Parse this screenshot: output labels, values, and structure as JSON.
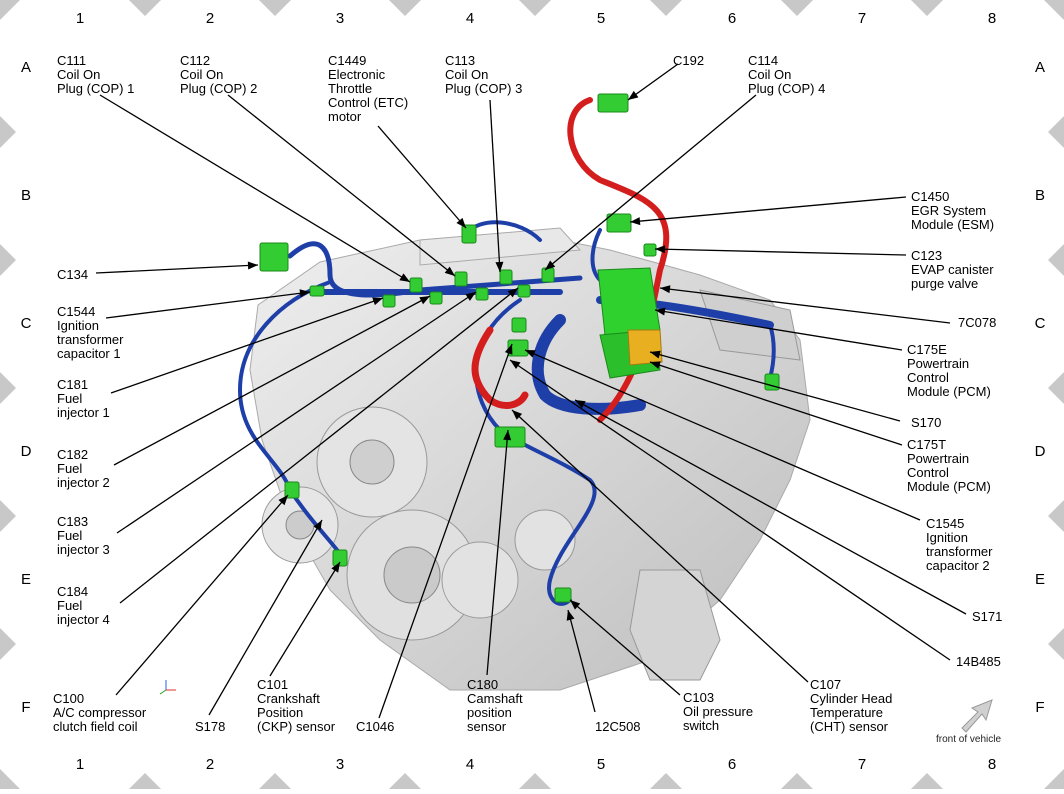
{
  "grid": {
    "columns": [
      "1",
      "2",
      "3",
      "4",
      "5",
      "6",
      "7",
      "8"
    ],
    "rows": [
      "A",
      "B",
      "C",
      "D",
      "E",
      "F"
    ]
  },
  "colors": {
    "harness": "#1e3fa8",
    "harness_red": "#d41e1e",
    "connector": "#33cc33",
    "pcm": "#2fd12f",
    "engine": "#d8d8d8",
    "border_marker": "#c8c8c8"
  },
  "labels": {
    "c111": "C111\nCoil On\nPlug (COP) 1",
    "c112": "C112\nCoil On\nPlug (COP) 2",
    "c1449": "C1449\nElectronic\nThrottle\nControl (ETC)\nmotor",
    "c113": "C113\nCoil On\nPlug (COP) 3",
    "c192": "C192",
    "c114": "C114\nCoil On\nPlug (COP) 4",
    "c134": "C134",
    "c1544": "C1544\nIgnition\ntransformer\ncapacitor 1",
    "c181": "C181\nFuel\ninjector 1",
    "c182": "C182\nFuel\ninjector 2",
    "c183": "C183\nFuel\ninjector 3",
    "c184": "C184\nFuel\ninjector 4",
    "c100": "C100\nA/C compressor\nclutch field coil",
    "s178": "S178",
    "c101": "C101\nCrankshaft\nPosition\n(CKP) sensor",
    "c1046": "C1046",
    "c180": "C180\nCamshaft\nposition\nsensor",
    "c12c508": "12C508",
    "c103": "C103\nOil pressure\nswitch",
    "c107": "C107\nCylinder Head\nTemperature\n(CHT) sensor",
    "c1450": "C1450\nEGR System\nModule (ESM)",
    "c123": "C123\nEVAP canister\npurge valve",
    "c7c078": "7C078",
    "c175e": "C175E\nPowertrain\nControl\nModule (PCM)",
    "s170": "S170",
    "c175t": "C175T\nPowertrain\nControl\nModule (PCM)",
    "c1545": "C1545\nIgnition\ntransformer\ncapacitor 2",
    "s171": "S171",
    "c14b485": "14B485"
  },
  "front_of_vehicle": "front of vehicle"
}
